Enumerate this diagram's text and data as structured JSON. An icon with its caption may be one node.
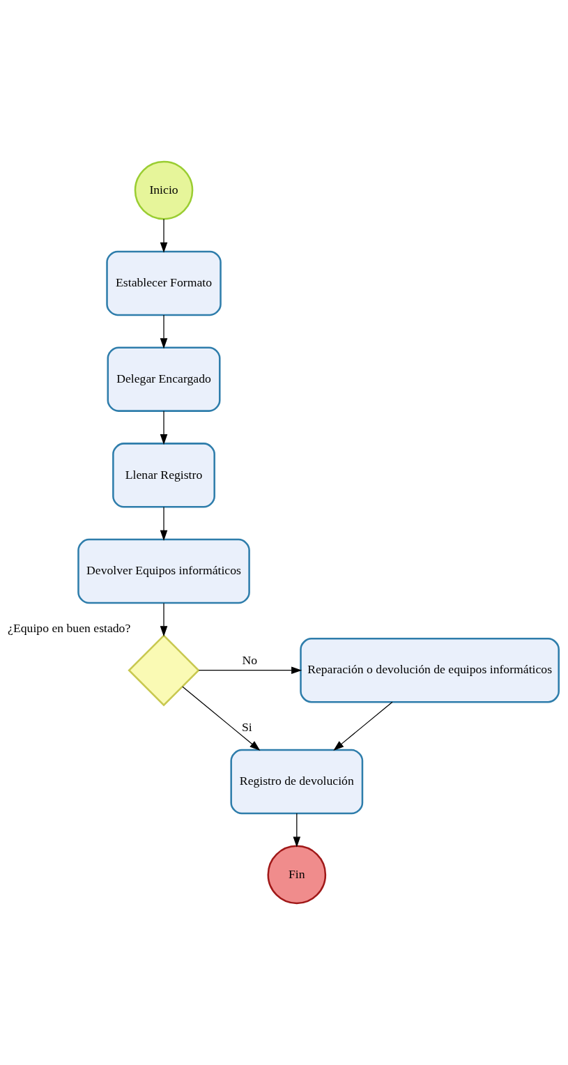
{
  "diagram": {
    "nodes": [
      {
        "text": [
          "Inicio"
        ]
      },
      {
        "text": [
          "Establecer Formato"
        ]
      },
      {
        "text": [
          "Delegar Encargado"
        ]
      },
      {
        "text": [
          "Llenar Registro"
        ]
      },
      {
        "text": [
          "Devolver Equipos informáticos"
        ]
      },
      {
        "text": [],
        "shape": "diamond",
        "beside": [
          "¿Equipo en buen estado?"
        ]
      },
      {
        "text": [
          "Reparación o devolución de equipos informáticos"
        ]
      },
      {
        "text": [
          "Registro de devolución"
        ]
      },
      {
        "text": [
          "Fin"
        ]
      }
    ],
    "edges": [
      {
        "from": 0,
        "to": 1,
        "arrow": "to"
      },
      {
        "from": 1,
        "to": 2,
        "arrow": "to"
      },
      {
        "from": 2,
        "to": 3,
        "arrow": "to"
      },
      {
        "from": 3,
        "to": 4,
        "arrow": "to"
      },
      {
        "from": 4,
        "to": 5,
        "arrow": "to"
      },
      {
        "from": 5,
        "to": 6,
        "arrow": "to",
        "label": "No"
      },
      {
        "from": 5,
        "to": 7,
        "arrow": "to",
        "label": "Si"
      },
      {
        "from": 6,
        "to": 7,
        "arrow": "to"
      },
      {
        "from": 7,
        "to": 8,
        "arrow": "to"
      }
    ]
  }
}
